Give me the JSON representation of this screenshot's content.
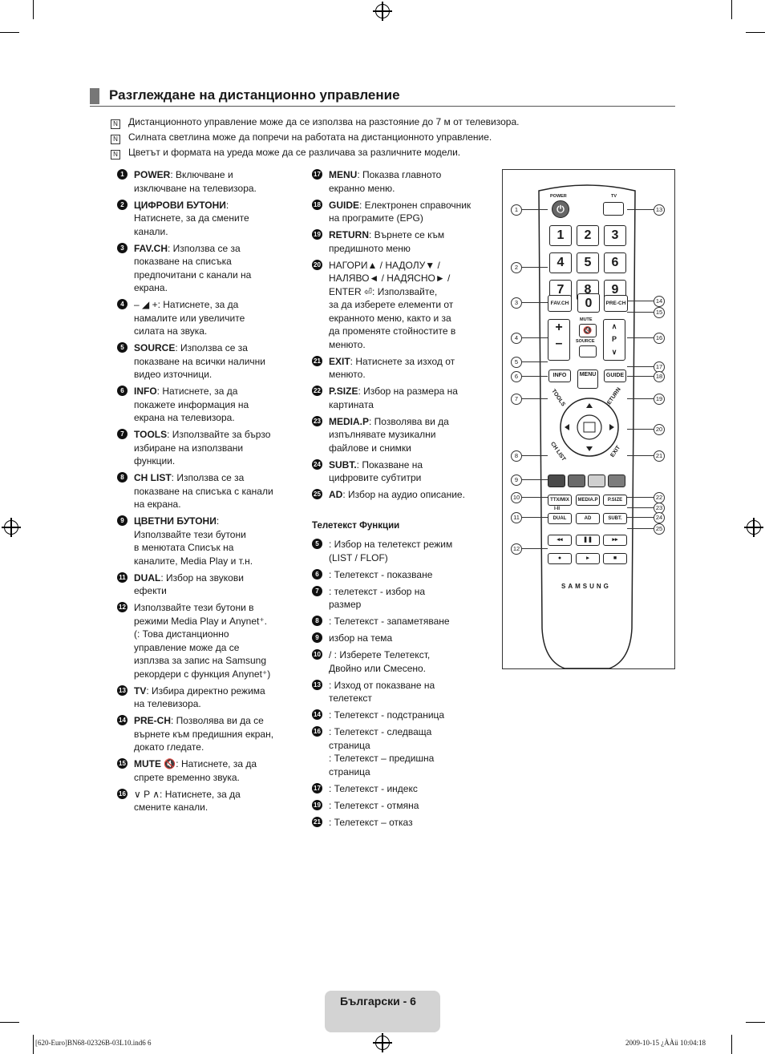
{
  "section_title": "Разглеждане на дистанционно управление",
  "notes": [
    "Дистанционното управление може да се използва на разстояние до 7 м от телевизора.",
    "Силната светлина може да попречи на работата на дистанционното управление.",
    "Цветът и формата на уреда може да се различава за различните модели."
  ],
  "col1": [
    {
      "n": "1",
      "lines": [
        "POWER: Включване и",
        "изключване на телевизора."
      ]
    },
    {
      "n": "2",
      "lines": [
        "ЦИФРОВИ БУТОНИ:",
        "Натиснете, за да смените",
        "канали."
      ]
    },
    {
      "n": "3",
      "lines": [
        "FAV.CH: Използва се за",
        "показване на списъка",
        "предпочитани с канали на",
        "екрана."
      ]
    },
    {
      "n": "4",
      "lines": [
        "– ◢ +: Натиснете, за да",
        "намалите или увеличите",
        "силата на звука."
      ]
    },
    {
      "n": "5",
      "lines": [
        "SOURCE: Използва се за",
        "показване на всички налични",
        "видео източници."
      ]
    },
    {
      "n": "6",
      "lines": [
        "INFO: Натиснете, за да",
        "покажете информация на",
        "екрана на телевизора."
      ]
    },
    {
      "n": "7",
      "lines": [
        "TOOLS: Използвайте за бързо",
        "избиране на използвани",
        "функции."
      ]
    },
    {
      "n": "8",
      "lines": [
        "CH LIST: Използва се за",
        "показване на списъка с канали",
        "на екрана."
      ]
    },
    {
      "n": "9",
      "lines": [
        "ЦВЕТНИ БУТОНИ:",
        "Използвайте тези бутони",
        "в менютата Списък на",
        "каналите, Media Play и т.н."
      ]
    },
    {
      "n": "11",
      "lines": [
        "DUAL: Избор на звукови",
        "ефекти"
      ]
    },
    {
      "n": "12",
      "lines": [
        "Използвайте тези бутони в",
        "режими Media Play и Anynet⁺.",
        "(: Това дистанционно",
        "управление може да се",
        "изплзва за запис на Samsung",
        "рекордери с функция Anynet⁺)"
      ]
    },
    {
      "n": "13",
      "lines": [
        "TV: Избира директно режима",
        "на телевизора."
      ]
    },
    {
      "n": "14",
      "lines": [
        "PRE-CH: Позволява ви да се",
        "върнете към предишния екран,",
        "докато гледате."
      ]
    },
    {
      "n": "15",
      "lines": [
        "MUTE 🔇: Натиснете, за да",
        "спрете временно звука."
      ]
    },
    {
      "n": "16",
      "lines": [
        "∨ P ∧: Натиснете, за да",
        "смените канали."
      ]
    }
  ],
  "col2": [
    {
      "n": "17",
      "lines": [
        "MENU: Показва главното",
        "екранно меню."
      ]
    },
    {
      "n": "18",
      "lines": [
        "GUIDE: Електронен справочник",
        "на програмите (EPG)"
      ]
    },
    {
      "n": "19",
      "lines": [
        "RETURN: Върнете се към",
        "предишното меню"
      ]
    },
    {
      "n": "20",
      "lines": [
        "НАГОРИ▲ / НАДОЛУ▼ /",
        "НАЛЯВО◄ / НАДЯСНО► /",
        "ENTER ⏎:   Използвайте,",
        "за да изберете елементи от",
        "екранното меню, както и за",
        "да променяте стойностите в",
        "менюто."
      ]
    },
    {
      "n": "21",
      "lines": [
        "EXIT: Натиснете за изход от",
        "менюто."
      ]
    },
    {
      "n": "22",
      "lines": [
        "P.SIZE: Избор на размера на",
        "картината"
      ]
    },
    {
      "n": "23",
      "lines": [
        "MEDIA.P: Позволява ви да",
        "изпълнявате музикални",
        "файлове и снимки"
      ]
    },
    {
      "n": "24",
      "lines": [
        "SUBT.: Показване на",
        "цифровите субтитри"
      ]
    },
    {
      "n": "25",
      "lines": [
        "AD: Избор на аудио описание."
      ]
    }
  ],
  "teletext_title": "Телетекст Функции",
  "teletext": [
    {
      "n": "5",
      "lines": [
        ": Избор на телетекст режим",
        "(LIST / FLOF)"
      ]
    },
    {
      "n": "6",
      "lines": [
        ": Телетекст - показване"
      ]
    },
    {
      "n": "7",
      "lines": [
        ": телетекст - избор на",
        "размер"
      ]
    },
    {
      "n": "8",
      "lines": [
        ": Телетекст - запаметяване"
      ]
    },
    {
      "n": "9",
      "lines": [
        "избор на тема"
      ]
    },
    {
      "n": "10",
      "lines": [
        "/ : Изберете Телетекст,",
        "Двойно или Смесено."
      ]
    },
    {
      "n": "13",
      "lines": [
        ": Изход от показване на",
        "телетекст"
      ]
    },
    {
      "n": "14",
      "lines": [
        ": Телетекст - подстраница"
      ]
    },
    {
      "n": "16",
      "lines": [
        ": Телетекст - следваща",
        "страница",
        ": Телетекст – предишна",
        "страница"
      ]
    },
    {
      "n": "17",
      "lines": [
        ": Телетекст - индекс"
      ]
    },
    {
      "n": "19",
      "lines": [
        ": Телетекст - отмяна"
      ]
    },
    {
      "n": "21",
      "lines": [
        ": Телетекст – отказ"
      ]
    }
  ],
  "remote": {
    "power": "POWER",
    "tv": "TV",
    "digits": [
      "1",
      "2",
      "3",
      "4",
      "5",
      "6",
      "7",
      "8",
      "9",
      "0"
    ],
    "favch": "FAV.CH",
    "prech": "PRE-CH",
    "mute": "MUTE",
    "source": "SOURCE",
    "p": "P",
    "info": "INFO",
    "menu": "MENU",
    "guide": "GUIDE",
    "tools": "TOOLS",
    "return": "RETURN",
    "chlist": "CH LIST",
    "exit": "EXIT",
    "ttx": "TTX/MIX",
    "mediap": "MEDIA.P",
    "psize": "P.SIZE",
    "dual": "DUAL",
    "ad": "AD",
    "subt": "SUBT.",
    "brand": "SAMSUNG",
    "i_ii": "I-II",
    "colors": [
      "#4a4a4a",
      "#6a6a6a",
      "#cfcfcf",
      "#7c7c7c"
    ]
  },
  "footer": "Български - 6",
  "slug_left": "[620-Euro]BN68-02326B-03L10.ind6   6",
  "slug_right": "2009-10-15   ¿ÀÀü 10:04:18"
}
